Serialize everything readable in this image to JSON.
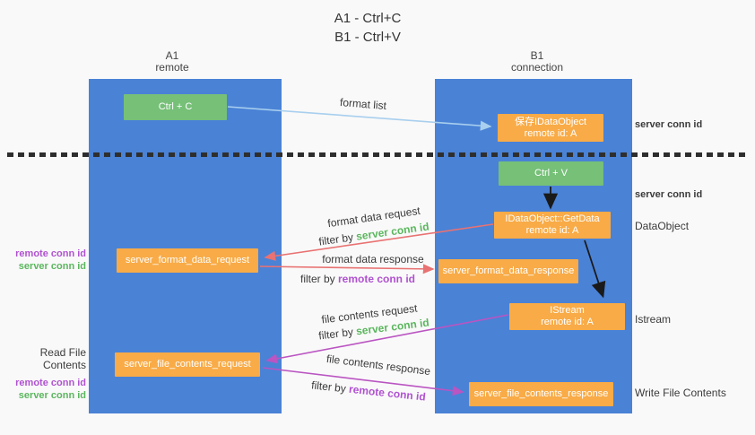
{
  "title": {
    "line1": "A1 - Ctrl+C",
    "line2": "B1 - Ctrl+V"
  },
  "columns": {
    "left": {
      "name": "A1",
      "role": "remote"
    },
    "right": {
      "name": "B1",
      "role": "connection"
    }
  },
  "nodes": {
    "ctrl_c": "Ctrl + C",
    "ctrl_v": "Ctrl + V",
    "save_idataobject": {
      "line1": "保存IDataObject",
      "line2": "remote id: A"
    },
    "getdata": {
      "line1": "IDataObject::GetData",
      "line2": "remote id: A"
    },
    "istream": {
      "line1": "IStream",
      "line2": "remote id: A"
    },
    "server_format_data_request": "server_format_data_request",
    "server_format_data_response": "server_format_data_response",
    "server_file_contents_request": "server_file_contents_request",
    "server_file_contents_response": "server_file_contents_response"
  },
  "edge_labels": {
    "format_list": "format list",
    "format_data_request": "format data request",
    "format_data_response": "format data response",
    "file_contents_request": "file contents request",
    "file_contents_response": "file contents response",
    "filter_by": "filter by ",
    "server_conn_id": "server conn id",
    "remote_conn_id": "remote conn id"
  },
  "side_labels": {
    "left_format": {
      "remote": "remote conn id",
      "server": "server conn id"
    },
    "left_file": {
      "title": "Read File Contents",
      "remote": "remote conn id",
      "server": "server conn id"
    },
    "right_top_server_conn": "server conn id",
    "right_mid_server_conn": "server conn id",
    "right_dataobject": "DataObject",
    "right_istream": "Istream",
    "right_write_file": "Write File Contents"
  },
  "colors": {
    "column_blue": "#4a82d6",
    "box_orange": "#f8ab47",
    "box_green": "#76c078",
    "text_green": "#5bb65e",
    "text_purple": "#b052d0",
    "arrow_salmon": "#e97272",
    "arrow_magenta": "#ba55c2",
    "arrow_blue": "#a8cfee",
    "arrow_black": "#1a1a1a"
  }
}
